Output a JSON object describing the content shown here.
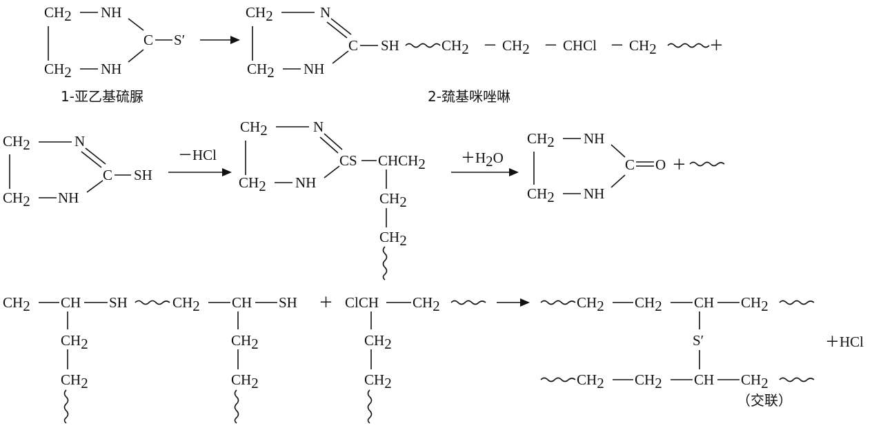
{
  "captions": {
    "ethylene_thiourea": "1-亚乙基硫脲",
    "mercapto_imidazoline": "2-巯基咪唑啉",
    "crosslink": "（交联）"
  },
  "reagents": {
    "minus_hcl": "－HCl",
    "plus_h2o_plus": "＋",
    "plus_h2o_h": "H",
    "plus_h2o_sub": "2",
    "plus_h2o_o": "O"
  },
  "atoms": {
    "ch": "CH",
    "ch2_sub": "2",
    "nh": "NH",
    "n": "N",
    "c": "C",
    "s_prime": "S′",
    "sh": "SH",
    "cs": "CS",
    "chch": "CHCH",
    "chcl": "CHCl",
    "clch": "ClCH",
    "o": "O",
    "minus": "－",
    "plus": "＋",
    "hcl": "HCl"
  }
}
